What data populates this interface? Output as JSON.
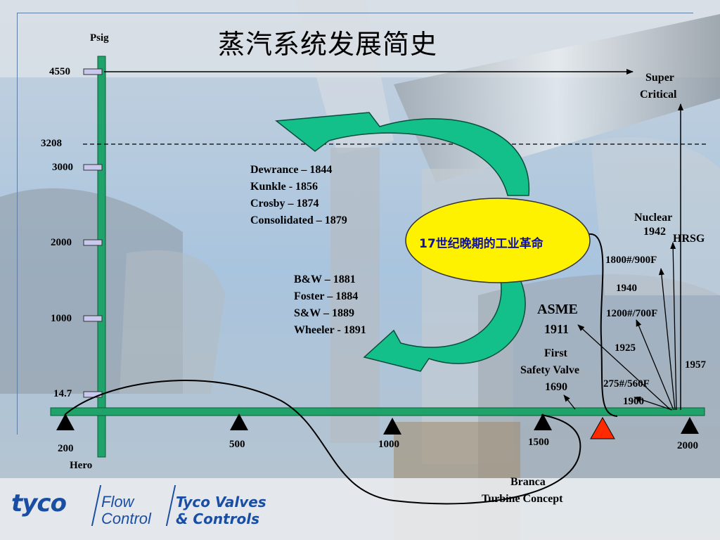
{
  "title": "蒸汽系统发展简史",
  "axis": {
    "unit": "Psig",
    "ticks": [
      "4550",
      "3208",
      "3000",
      "2000",
      "1000",
      "14.7"
    ]
  },
  "timeline": {
    "markers": [
      "200",
      "500",
      "1000",
      "1500",
      "2000"
    ],
    "start_sub": "Hero"
  },
  "labels": {
    "super": "Super",
    "critical": "Critical",
    "nuclear": "Nuclear",
    "nuclear_year": "1942",
    "hrsg": "HRSG",
    "p1800": "1800#/900F",
    "y1940": "1940",
    "p1200": "1200#/700F",
    "y1925": "1925",
    "p275": "275#/560F",
    "y1900": "1900",
    "y1957": "1957",
    "asme": "ASME",
    "asme_year": "1911",
    "first": "First",
    "safety_valve": "Safety Valve",
    "safety_year": "1690",
    "branca": "Branca",
    "turbine": "Turbine Concept"
  },
  "group1": [
    "Dewrance – 1844",
    "Kunkle - 1856",
    "Crosby – 1874",
    "Consolidated – 1879"
  ],
  "group2": [
    "B&W – 1881",
    "Foster – 1884",
    "S&W – 1889",
    "Wheeler - 1891"
  ],
  "ellipse_label": "17世纪晚期的工业革命",
  "logo": {
    "brand": "tyco",
    "division_line1": "Flow",
    "division_line2": "Control",
    "company_line1": "Tyco Valves",
    "company_line2": "& Controls"
  },
  "colors": {
    "axis_green": "#1fa36a",
    "ellipse_fill": "#fff200",
    "arrow_green": "#14c08a",
    "brand_blue": "#1a4ea3",
    "warning_red": "#ff2a00"
  }
}
